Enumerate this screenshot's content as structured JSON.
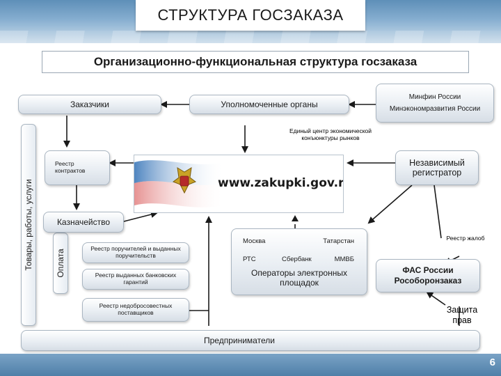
{
  "title": "СТРУКТУРА ГОСЗАКАЗА",
  "subtitle": "Организационно-функциональная структура госзаказа",
  "nodes": {
    "customers": "Заказчики",
    "authorized_bodies": "Уполномоченные органы",
    "minfin": "Минфин России",
    "mineconom": "Минэкономразвития России",
    "center": "Единый центр экономической конъюнктуры рынков",
    "contracts_registry": "Реестр контрактов",
    "independent_registrar": "Независимый регистратор",
    "treasury": "Казначейство",
    "guarantors_registry": "Реестр поручителей и выданных поручительств",
    "guarantees_registry": "Реестр выданных банковских гарантий",
    "unfair_registry": "Реестр недобросовестных поставщиков",
    "moscow": "Москва",
    "tatarstan": "Татарстан",
    "rts": "РТС",
    "sberbank": "Сбербанк",
    "mmvb": "ММВБ",
    "operators": "Операторы электронных площадок",
    "complaints_registry": "Реестр жалоб",
    "fas": "ФАС России Рособоронзаказ",
    "protection": "Защита прав",
    "entrepreneurs": "Предприниматели",
    "goods": "Товары, работы, услуги",
    "payment": "Оплата"
  },
  "banner_url": "www.zakupki.gov.ru",
  "page_number": "6",
  "colors": {
    "header": "#6f9cc3",
    "box_border": "#a9b5c1",
    "text": "#1a1a1a"
  }
}
